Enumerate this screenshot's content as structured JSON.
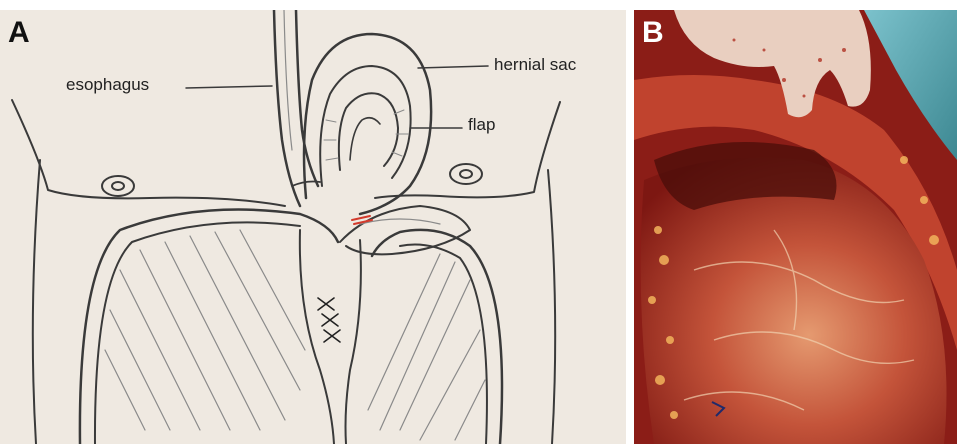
{
  "panel_a": {
    "letter": "A",
    "labels": {
      "esophagus": "esophagus",
      "hernial_sac": "hernial sac",
      "flap": "flap"
    }
  },
  "panel_b": {
    "letter": "B"
  },
  "colors": {
    "paper": "#efe9e1",
    "pencil": "#3a3a3a",
    "suture_red": "#d33a2c",
    "tissue_red": "#a3231b",
    "glove": "#e9cfc0",
    "drape": "#5fa6b2"
  }
}
